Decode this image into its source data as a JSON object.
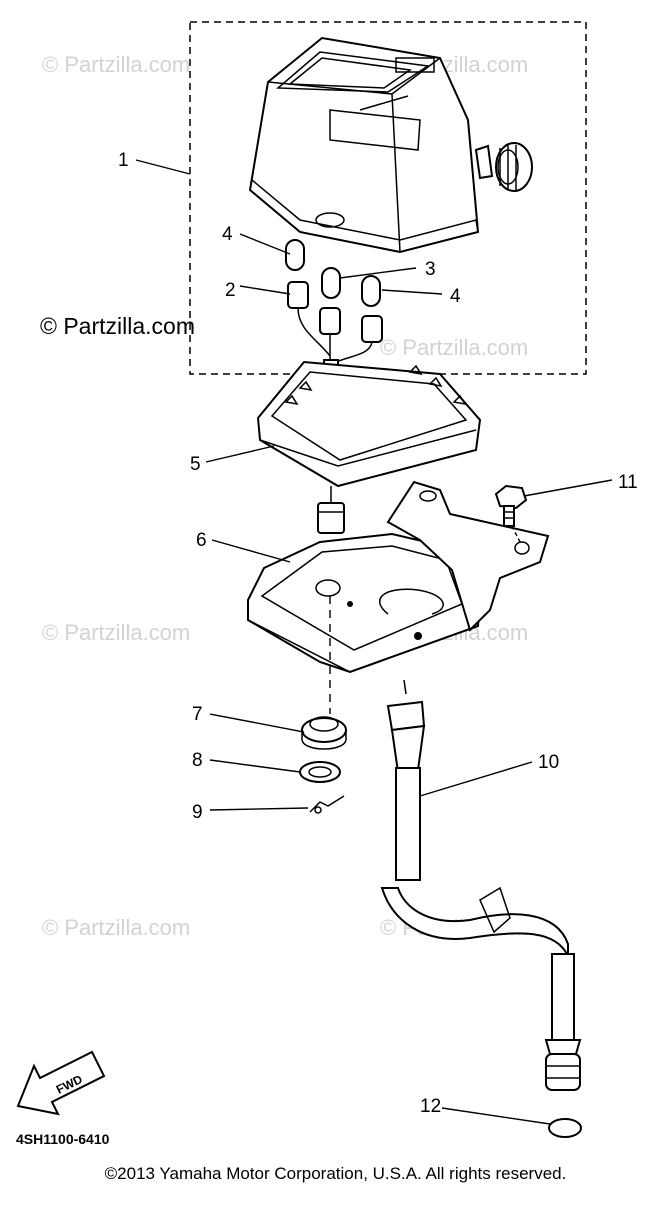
{
  "callouts": [
    {
      "id": "1",
      "label": "1"
    },
    {
      "id": "2",
      "label": "2"
    },
    {
      "id": "3",
      "label": "3"
    },
    {
      "id": "4a",
      "label": "4"
    },
    {
      "id": "4b",
      "label": "4"
    },
    {
      "id": "5",
      "label": "5"
    },
    {
      "id": "6",
      "label": "6"
    },
    {
      "id": "7",
      "label": "7"
    },
    {
      "id": "8",
      "label": "8"
    },
    {
      "id": "9",
      "label": "9"
    },
    {
      "id": "10",
      "label": "10"
    },
    {
      "id": "11",
      "label": "11"
    },
    {
      "id": "12",
      "label": "12"
    }
  ],
  "watermark": {
    "text": "© Partzilla.com",
    "primary_text": "© Partzilla.com"
  },
  "fwd_label": "FWD",
  "diagram_code": "4SH1100-6410",
  "copyright": "©2013  Yamaha Motor Corporation, U.S.A. All rights reserved.",
  "colors": {
    "line": "#000000",
    "watermark": "#d2d2d2",
    "background": "#ffffff"
  }
}
